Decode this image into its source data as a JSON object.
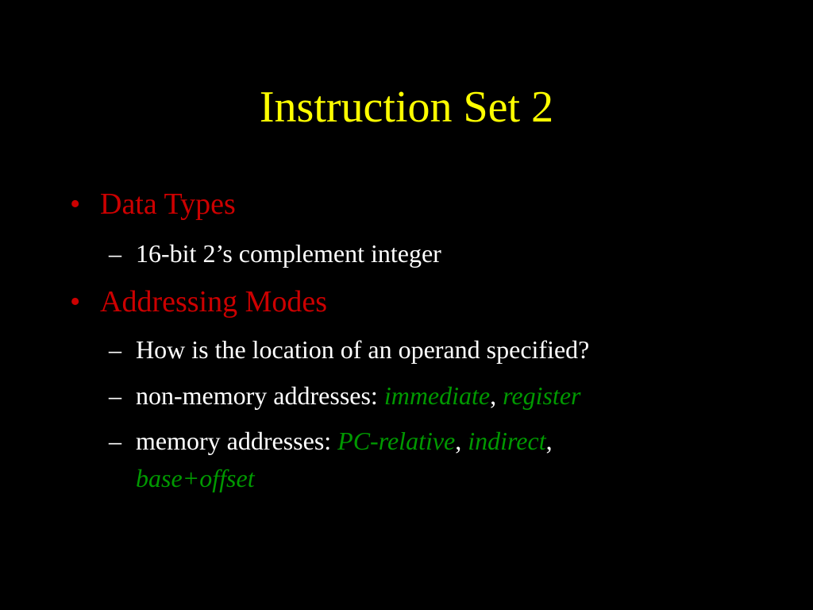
{
  "slide": {
    "title": "Instruction Set 2",
    "colors": {
      "background": "#000000",
      "title": "#ffff00",
      "bullet": "#cc0000",
      "text": "#ffffff",
      "highlight": "#009900"
    },
    "bullets": [
      {
        "marker": "•",
        "label": "Data Types",
        "items": [
          {
            "dash": "–",
            "text": "16-bit 2’s complement integer"
          }
        ]
      },
      {
        "marker": "•",
        "label": "Addressing Modes",
        "items": [
          {
            "dash": "–",
            "text": "How is the location of an operand specified?"
          },
          {
            "dash": "–",
            "prefix": "non-memory addresses: ",
            "term1": "immediate",
            "sep1": ", ",
            "term2": "register"
          },
          {
            "dash": "–",
            "prefix": "memory addresses: ",
            "term1": "PC-relative",
            "sep1": ", ",
            "term2": "indirect",
            "sep2": ",",
            "term3": "base+offset"
          }
        ]
      }
    ]
  }
}
